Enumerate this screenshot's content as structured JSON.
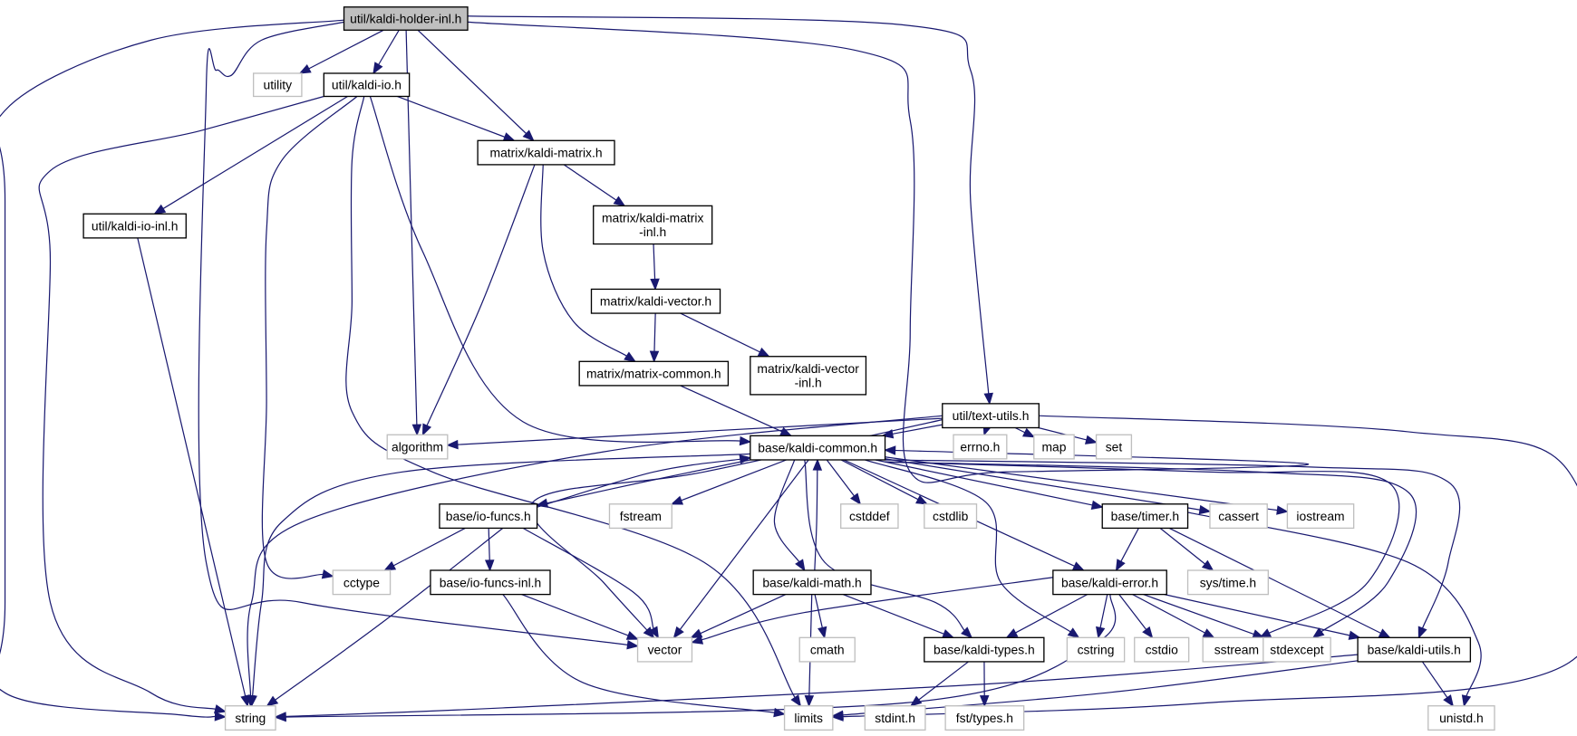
{
  "diagram": {
    "title": "Include dependency graph for util/kaldi-holder-inl.h",
    "colors": {
      "edge": "#191970",
      "root_fill": "#bfbfbf",
      "local_border": "#000000",
      "system_border": "#bfbfbf"
    },
    "nodes": [
      {
        "id": "kaldi_holder_inl",
        "label": "util/kaldi-holder-inl.h",
        "kind": "root"
      },
      {
        "id": "utility",
        "label": "utility",
        "kind": "system"
      },
      {
        "id": "kaldi_io",
        "label": "util/kaldi-io.h",
        "kind": "local"
      },
      {
        "id": "kaldi_io_inl",
        "label": "util/kaldi-io-inl.h",
        "kind": "local"
      },
      {
        "id": "kaldi_matrix",
        "label": "matrix/kaldi-matrix.h",
        "kind": "local"
      },
      {
        "id": "kaldi_matrix_inl",
        "label": "matrix/kaldi-matrix\n-inl.h",
        "kind": "local"
      },
      {
        "id": "kaldi_vector",
        "label": "matrix/kaldi-vector.h",
        "kind": "local"
      },
      {
        "id": "matrix_common",
        "label": "matrix/matrix-common.h",
        "kind": "local"
      },
      {
        "id": "kaldi_vector_inl",
        "label": "matrix/kaldi-vector\n-inl.h",
        "kind": "local"
      },
      {
        "id": "text_utils",
        "label": "util/text-utils.h",
        "kind": "local"
      },
      {
        "id": "algorithm",
        "label": "algorithm",
        "kind": "system"
      },
      {
        "id": "kaldi_common",
        "label": "base/kaldi-common.h",
        "kind": "local"
      },
      {
        "id": "errno",
        "label": "errno.h",
        "kind": "system"
      },
      {
        "id": "map",
        "label": "map",
        "kind": "system"
      },
      {
        "id": "set",
        "label": "set",
        "kind": "system"
      },
      {
        "id": "io_funcs",
        "label": "base/io-funcs.h",
        "kind": "local"
      },
      {
        "id": "fstream",
        "label": "fstream",
        "kind": "system"
      },
      {
        "id": "cstddef",
        "label": "cstddef",
        "kind": "system"
      },
      {
        "id": "cstdlib",
        "label": "cstdlib",
        "kind": "system"
      },
      {
        "id": "timer",
        "label": "base/timer.h",
        "kind": "local"
      },
      {
        "id": "cassert",
        "label": "cassert",
        "kind": "system"
      },
      {
        "id": "iostream",
        "label": "iostream",
        "kind": "system"
      },
      {
        "id": "cctype",
        "label": "cctype",
        "kind": "system"
      },
      {
        "id": "io_funcs_inl",
        "label": "base/io-funcs-inl.h",
        "kind": "local"
      },
      {
        "id": "kaldi_math",
        "label": "base/kaldi-math.h",
        "kind": "local"
      },
      {
        "id": "kaldi_error",
        "label": "base/kaldi-error.h",
        "kind": "local"
      },
      {
        "id": "sys_time",
        "label": "sys/time.h",
        "kind": "system"
      },
      {
        "id": "vector",
        "label": "vector",
        "kind": "system"
      },
      {
        "id": "cmath",
        "label": "cmath",
        "kind": "system"
      },
      {
        "id": "kaldi_types",
        "label": "base/kaldi-types.h",
        "kind": "local"
      },
      {
        "id": "cstring",
        "label": "cstring",
        "kind": "system"
      },
      {
        "id": "cstdio",
        "label": "cstdio",
        "kind": "system"
      },
      {
        "id": "sstream",
        "label": "sstream",
        "kind": "system"
      },
      {
        "id": "stdexcept",
        "label": "stdexcept",
        "kind": "system"
      },
      {
        "id": "kaldi_utils",
        "label": "base/kaldi-utils.h",
        "kind": "local"
      },
      {
        "id": "string",
        "label": "string",
        "kind": "system"
      },
      {
        "id": "limits",
        "label": "limits",
        "kind": "system"
      },
      {
        "id": "stdint",
        "label": "stdint.h",
        "kind": "system"
      },
      {
        "id": "fst_types",
        "label": "fst/types.h",
        "kind": "system"
      },
      {
        "id": "unistd",
        "label": "unistd.h",
        "kind": "system"
      }
    ],
    "edges": [
      [
        "kaldi_holder_inl",
        "utility"
      ],
      [
        "kaldi_holder_inl",
        "kaldi_io"
      ],
      [
        "kaldi_holder_inl",
        "algorithm"
      ],
      [
        "kaldi_holder_inl",
        "kaldi_matrix"
      ],
      [
        "kaldi_holder_inl",
        "text_utils"
      ],
      [
        "kaldi_holder_inl",
        "string"
      ],
      [
        "kaldi_holder_inl",
        "vector"
      ],
      [
        "kaldi_holder_inl",
        "kaldi_common"
      ],
      [
        "kaldi_io",
        "kaldi_io_inl"
      ],
      [
        "kaldi_io",
        "kaldi_matrix"
      ],
      [
        "kaldi_io",
        "string"
      ],
      [
        "kaldi_io",
        "cctype"
      ],
      [
        "kaldi_io",
        "limits"
      ],
      [
        "kaldi_io",
        "kaldi_common"
      ],
      [
        "kaldi_io_inl",
        "string"
      ],
      [
        "kaldi_matrix",
        "kaldi_matrix_inl"
      ],
      [
        "kaldi_matrix",
        "matrix_common"
      ],
      [
        "kaldi_matrix",
        "algorithm"
      ],
      [
        "kaldi_matrix_inl",
        "kaldi_vector"
      ],
      [
        "kaldi_vector",
        "matrix_common"
      ],
      [
        "kaldi_vector",
        "kaldi_vector_inl"
      ],
      [
        "matrix_common",
        "kaldi_common"
      ],
      [
        "text_utils",
        "algorithm"
      ],
      [
        "text_utils",
        "kaldi_common"
      ],
      [
        "text_utils",
        "errno"
      ],
      [
        "text_utils",
        "map"
      ],
      [
        "text_utils",
        "set"
      ],
      [
        "text_utils",
        "string"
      ],
      [
        "text_utils",
        "vector"
      ],
      [
        "text_utils",
        "limits"
      ],
      [
        "kaldi_common",
        "io_funcs"
      ],
      [
        "kaldi_common",
        "fstream"
      ],
      [
        "kaldi_common",
        "cstddef"
      ],
      [
        "kaldi_common",
        "cstdlib"
      ],
      [
        "kaldi_common",
        "timer"
      ],
      [
        "kaldi_common",
        "cassert"
      ],
      [
        "kaldi_common",
        "iostream"
      ],
      [
        "kaldi_common",
        "kaldi_math"
      ],
      [
        "kaldi_common",
        "kaldi_error"
      ],
      [
        "kaldi_common",
        "vector"
      ],
      [
        "kaldi_common",
        "kaldi_types"
      ],
      [
        "kaldi_common",
        "cstring"
      ],
      [
        "kaldi_common",
        "sstream"
      ],
      [
        "kaldi_common",
        "stdexcept"
      ],
      [
        "kaldi_common",
        "kaldi_utils"
      ],
      [
        "kaldi_common",
        "string"
      ],
      [
        "io_funcs",
        "kaldi_common"
      ],
      [
        "io_funcs",
        "cctype"
      ],
      [
        "io_funcs",
        "io_funcs_inl"
      ],
      [
        "io_funcs",
        "vector"
      ],
      [
        "io_funcs",
        "string"
      ],
      [
        "io_funcs_inl",
        "vector"
      ],
      [
        "io_funcs_inl",
        "limits"
      ],
      [
        "kaldi_math",
        "kaldi_common"
      ],
      [
        "kaldi_math",
        "vector"
      ],
      [
        "kaldi_math",
        "cmath"
      ],
      [
        "kaldi_math",
        "kaldi_types"
      ],
      [
        "kaldi_math",
        "limits"
      ],
      [
        "timer",
        "kaldi_error"
      ],
      [
        "timer",
        "sys_time"
      ],
      [
        "timer",
        "kaldi_utils"
      ],
      [
        "timer",
        "unistd"
      ],
      [
        "kaldi_error",
        "vector"
      ],
      [
        "kaldi_error",
        "kaldi_types"
      ],
      [
        "kaldi_error",
        "cstring"
      ],
      [
        "kaldi_error",
        "cstdio"
      ],
      [
        "kaldi_error",
        "sstream"
      ],
      [
        "kaldi_error",
        "stdexcept"
      ],
      [
        "kaldi_error",
        "kaldi_utils"
      ],
      [
        "kaldi_error",
        "string"
      ],
      [
        "kaldi_types",
        "stdint"
      ],
      [
        "kaldi_types",
        "fst_types"
      ],
      [
        "kaldi_utils",
        "string"
      ],
      [
        "kaldi_utils",
        "limits"
      ],
      [
        "kaldi_utils",
        "unistd"
      ]
    ]
  }
}
